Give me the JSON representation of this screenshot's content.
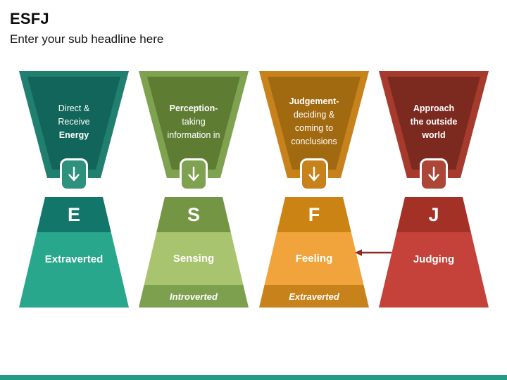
{
  "slide": {
    "title": "ESFJ",
    "subtitle": "Enter your sub headline here",
    "footer_bar_color": "#249C85"
  },
  "arrow": {
    "color": "#8E2B20",
    "from": "Judging",
    "to": "Feeling"
  },
  "columns": [
    {
      "name": "energy",
      "funnel_lines": [
        "Direct &",
        "Receive",
        "Energy"
      ],
      "letter": "E",
      "trait": "Extraverted",
      "colors": {
        "border": "#217F6F",
        "inner": "#12655A",
        "chip": "#2D917E",
        "band_top": "#13766A",
        "band_mid": "#28A78D"
      }
    },
    {
      "name": "perception",
      "funnel_lines": [
        "Perception-",
        "taking",
        "information in"
      ],
      "letter": "S",
      "trait": "Sensing",
      "opposite": "Introverted",
      "colors": {
        "border": "#7EA250",
        "inner": "#5E7D33",
        "chip": "#7EA250",
        "band_top": "#739544",
        "band_mid": "#A9C46E",
        "band_bottom": "#7DA04F"
      }
    },
    {
      "name": "judgement",
      "funnel_lines": [
        "Judgement-",
        "deciding &",
        "coming to",
        "conclusions"
      ],
      "letter": "F",
      "trait": "Feeling",
      "opposite": "Extraverted",
      "colors": {
        "border": "#C8821C",
        "inner": "#A26A10",
        "chip": "#C8821C",
        "band_top": "#CB8413",
        "band_mid": "#F2A43C",
        "band_bottom": "#C8821C"
      }
    },
    {
      "name": "approach",
      "funnel_lines": [
        "Approach",
        "the outside",
        "world"
      ],
      "letter": "J",
      "trait": "Judging",
      "colors": {
        "border": "#A63B2D",
        "inner": "#7C2A20",
        "chip": "#AC4737",
        "band_top": "#A33126",
        "band_mid": "#C4423A"
      }
    }
  ]
}
